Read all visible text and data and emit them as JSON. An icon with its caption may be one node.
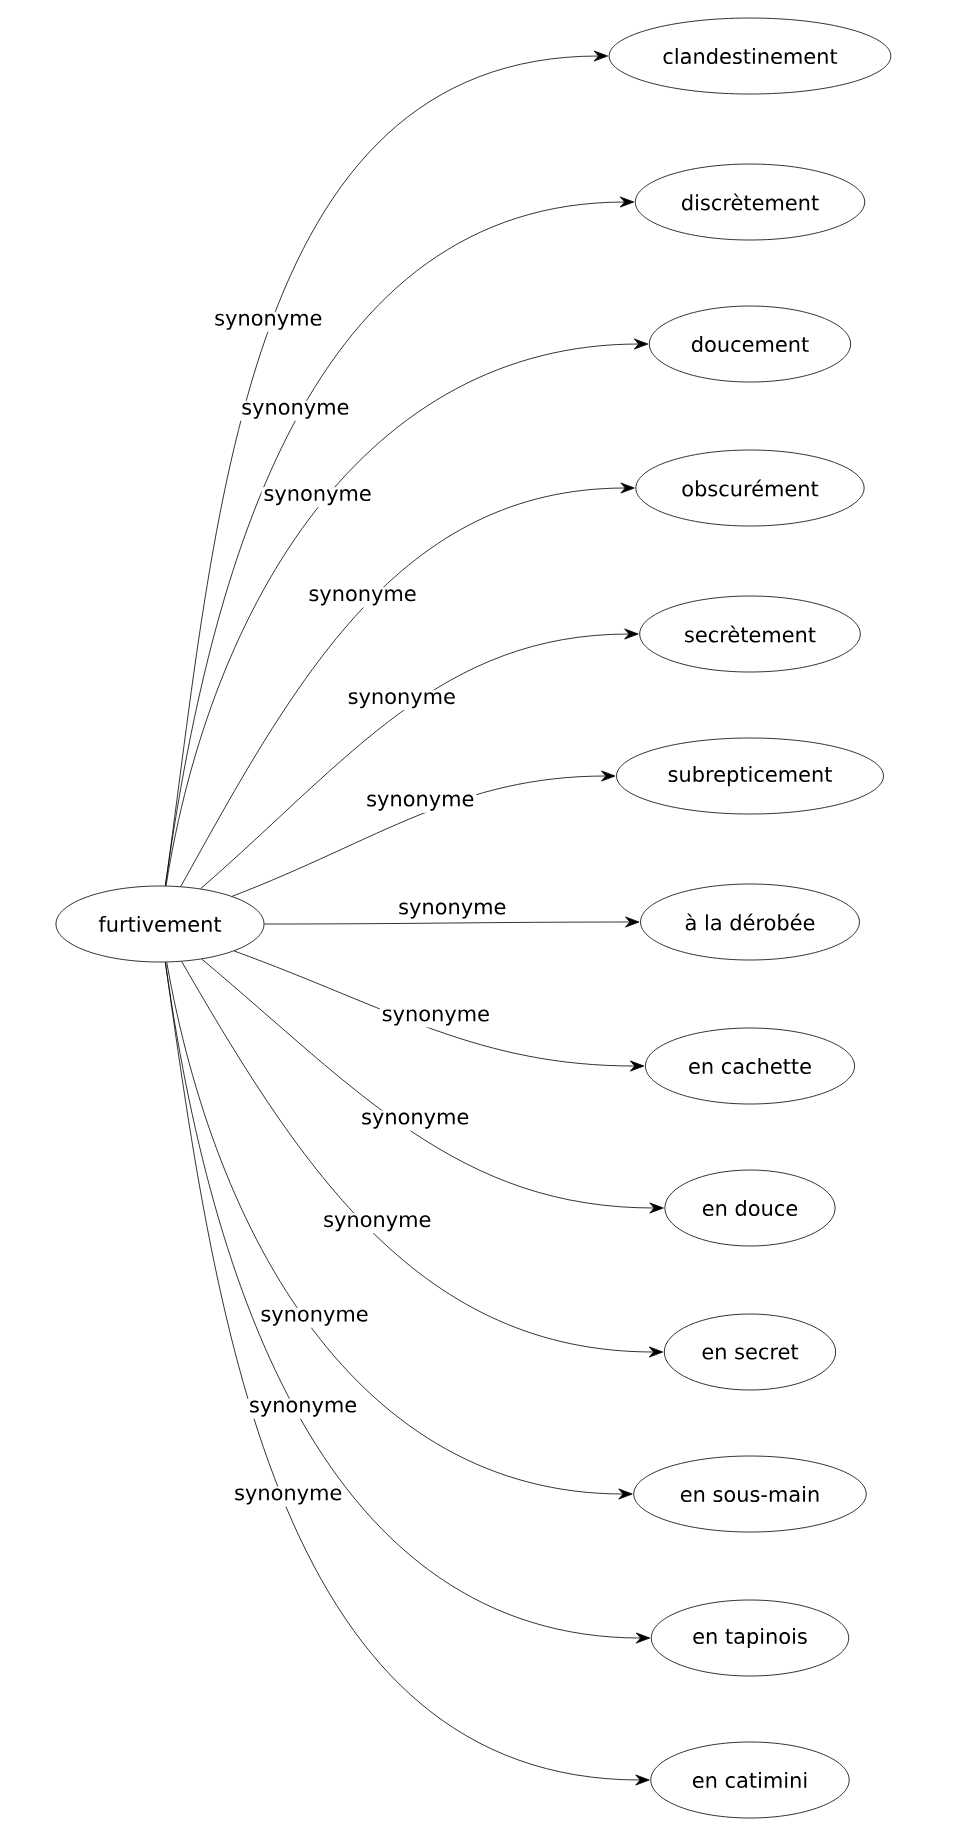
{
  "diagram": {
    "nodes": [
      {
        "text": [
          "furtivement"
        ]
      },
      {
        "text": [
          "clandestinement"
        ]
      },
      {
        "text": [
          "discrètement"
        ]
      },
      {
        "text": [
          "doucement"
        ]
      },
      {
        "text": [
          "obscurément"
        ]
      },
      {
        "text": [
          "secrètement"
        ]
      },
      {
        "text": [
          "subrepticement"
        ]
      },
      {
        "text": [
          "à la dérobée"
        ]
      },
      {
        "text": [
          "en cachette"
        ]
      },
      {
        "text": [
          "en douce"
        ]
      },
      {
        "text": [
          "en secret"
        ]
      },
      {
        "text": [
          "en sous-main"
        ]
      },
      {
        "text": [
          "en tapinois"
        ]
      },
      {
        "text": [
          "en catimini"
        ]
      }
    ],
    "edges": [
      {
        "from": 0,
        "to": 1,
        "arrow": "to",
        "label": "synonyme"
      },
      {
        "from": 0,
        "to": 2,
        "arrow": "to",
        "label": "synonyme"
      },
      {
        "from": 0,
        "to": 3,
        "arrow": "to",
        "label": "synonyme"
      },
      {
        "from": 0,
        "to": 4,
        "arrow": "to",
        "label": "synonyme"
      },
      {
        "from": 0,
        "to": 5,
        "arrow": "to",
        "label": "synonyme"
      },
      {
        "from": 0,
        "to": 6,
        "arrow": "to",
        "label": "synonyme"
      },
      {
        "from": 0,
        "to": 7,
        "arrow": "to",
        "label": "synonyme"
      },
      {
        "from": 0,
        "to": 8,
        "arrow": "to",
        "label": "synonyme"
      },
      {
        "from": 0,
        "to": 9,
        "arrow": "to",
        "label": "synonyme"
      },
      {
        "from": 0,
        "to": 10,
        "arrow": "to",
        "label": "synonyme"
      },
      {
        "from": 0,
        "to": 11,
        "arrow": "to",
        "label": "synonyme"
      },
      {
        "from": 0,
        "to": 12,
        "arrow": "to",
        "label": "synonyme"
      },
      {
        "from": 0,
        "to": 13,
        "arrow": "to",
        "label": "synonyme"
      }
    ]
  }
}
